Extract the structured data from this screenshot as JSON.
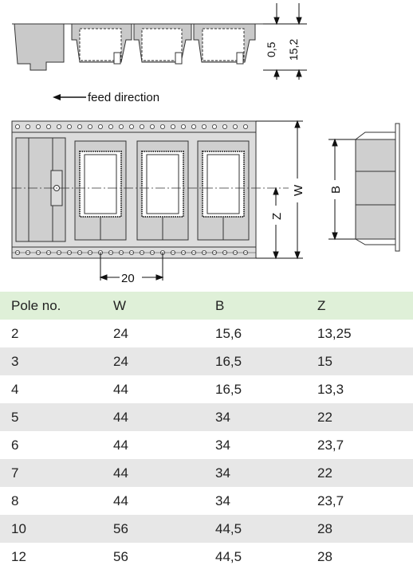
{
  "drawing": {
    "feed_direction_label": "feed direction",
    "dim_top_small": "0,5",
    "dim_top_large": "15,2",
    "dim_pitch": "20",
    "dim_W": "W",
    "dim_Z": "Z",
    "dim_B": "B"
  },
  "table": {
    "headers": [
      "Pole no.",
      "W",
      "B",
      "Z"
    ],
    "rows": [
      [
        "2",
        "24",
        "15,6",
        "13,25"
      ],
      [
        "3",
        "24",
        "16,5",
        "15"
      ],
      [
        "4",
        "44",
        "16,5",
        "13,3"
      ],
      [
        "5",
        "44",
        "34",
        "22"
      ],
      [
        "6",
        "44",
        "34",
        "23,7"
      ],
      [
        "7",
        "44",
        "34",
        "22"
      ],
      [
        "8",
        "44",
        "34",
        "23,7"
      ],
      [
        "10",
        "56",
        "44,5",
        "28"
      ],
      [
        "12",
        "56",
        "44,5",
        "28"
      ]
    ],
    "header_color": "#dff0d8",
    "stripe_color": "#e7e7e7"
  }
}
